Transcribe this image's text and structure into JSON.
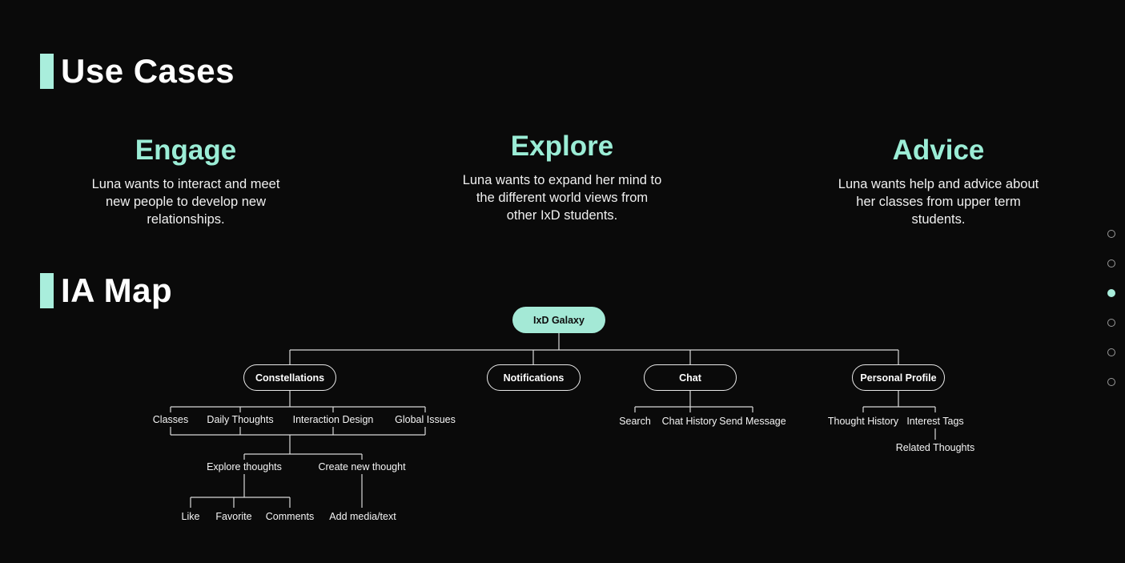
{
  "colors": {
    "background": "#0a0a0a",
    "accent_mint": "#a9eedc",
    "heading_mint": "#9bedd6",
    "root_pill_fill": "#a4e9d6",
    "line_color": "#d8d8d8",
    "text_white": "#f0f0f0"
  },
  "use_cases": {
    "title": "Use Cases",
    "cards": [
      {
        "heading": "Engage",
        "body_lines": [
          "Luna wants to interact and meet",
          "new people to develop new",
          "relationships."
        ]
      },
      {
        "heading": "Explore",
        "body_lines": [
          "Luna wants to expand her mind to",
          "the different world views from",
          "other IxD students."
        ]
      },
      {
        "heading": "Advice",
        "body_lines": [
          "Luna wants help and advice about",
          "her classes from upper term",
          "students."
        ]
      }
    ]
  },
  "ia_map": {
    "title": "IA Map",
    "root_label": "IxD Galaxy",
    "nodes": {
      "constellations": "Constellations",
      "notifications": "Notifications",
      "chat": "Chat",
      "personal_profile": "Personal Profile",
      "classes": "Classes",
      "daily_thoughts": "Daily Thoughts",
      "interaction_design": "Interaction Design",
      "global_issues": "Global Issues",
      "explore_thoughts": "Explore thoughts",
      "create_new_thought": "Create new thought",
      "like": "Like",
      "favorite": "Favorite",
      "comments": "Comments",
      "add_media_text": "Add media/text",
      "search": "Search",
      "chat_history": "Chat History",
      "send_message": "Send Message",
      "thought_history": "Thought History",
      "interest_tags": "Interest Tags",
      "related_thoughts": "Related Thoughts"
    },
    "structure": {
      "IxD Galaxy": {
        "Constellations": {
          "children": [
            "Classes",
            "Daily Thoughts",
            "Interaction Design",
            "Global Issues"
          ],
          "shared_children": {
            "Explore thoughts": [
              "Like",
              "Favorite",
              "Comments"
            ],
            "Create new thought": [
              "Add media/text"
            ]
          }
        },
        "Notifications": {},
        "Chat": {
          "children": [
            "Search",
            "Chat History",
            "Send Message"
          ]
        },
        "Personal Profile": {
          "children": [
            "Thought History",
            "Interest Tags"
          ],
          "Interest Tags": [
            "Related Thoughts"
          ]
        }
      }
    }
  },
  "pagination": {
    "total_dots": 6,
    "active_index": 2
  }
}
